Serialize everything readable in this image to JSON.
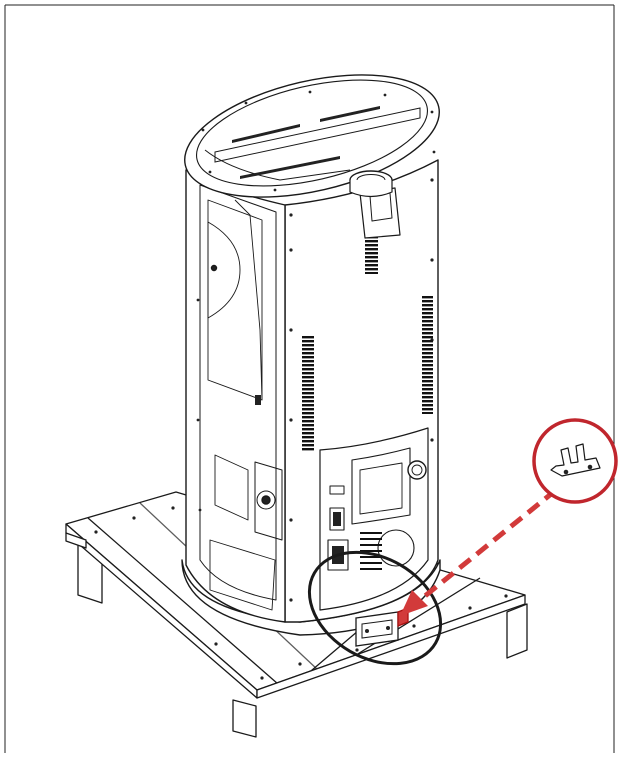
{
  "figure": {
    "subject": "stove-on-pallet-rear-view",
    "frame_visible_edges": [
      "top",
      "left",
      "right"
    ],
    "colors": {
      "line": "#1a1a1a",
      "highlight_ring": "#c0262d",
      "arrow": "#d23a3a",
      "background": "#ffffff"
    }
  },
  "callouts": [
    {
      "id": "bracket-detail",
      "shape": "circle",
      "color": "#c0262d",
      "content_icon": "bracket-part-icon"
    },
    {
      "id": "base-ellipse",
      "shape": "ellipse",
      "color": "#1a1a1a"
    }
  ],
  "arrow": {
    "style": "dashed",
    "color": "#d23a3a",
    "from": "bracket-detail",
    "to": "base-ellipse"
  }
}
